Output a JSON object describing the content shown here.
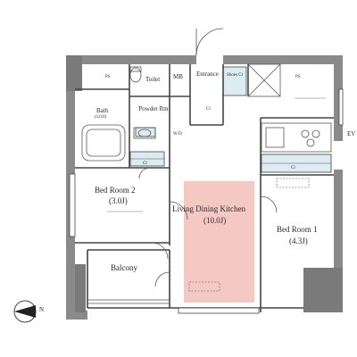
{
  "rooms": {
    "toilet": {
      "label": "Toilet"
    },
    "mb": {
      "label": "MB"
    },
    "entrance": {
      "label": "Entrance"
    },
    "shoes_cl": {
      "label": "Shoes Cl"
    },
    "bath": {
      "label": "Bath",
      "size": "(1216)"
    },
    "powder": {
      "label": "Powder Rm"
    },
    "cl_small": {
      "label": "Cl"
    },
    "wd": {
      "label": "W/D"
    },
    "bedroom2": {
      "label": "Bed Room 2",
      "size": "(3.0J)"
    },
    "ldk": {
      "label": "Living Dining Kitchen",
      "size": "(10.0J)"
    },
    "bedroom1": {
      "label": "Bed Room 1",
      "size": "(4.3J)"
    },
    "balcony": {
      "label": "Balcony"
    },
    "cl2": {
      "label": "Cl"
    },
    "cl1": {
      "label": "Cl"
    }
  },
  "marks": {
    "ps1": "PS",
    "ps2": "PS",
    "ev": "EV",
    "north": "N"
  },
  "colors": {
    "wall": "#8a8a8a",
    "wall_dark": "#6f6f6f",
    "ldk_fill": "#f4c9c4",
    "closet_fill": "#dcecf2",
    "line": "#444444"
  }
}
